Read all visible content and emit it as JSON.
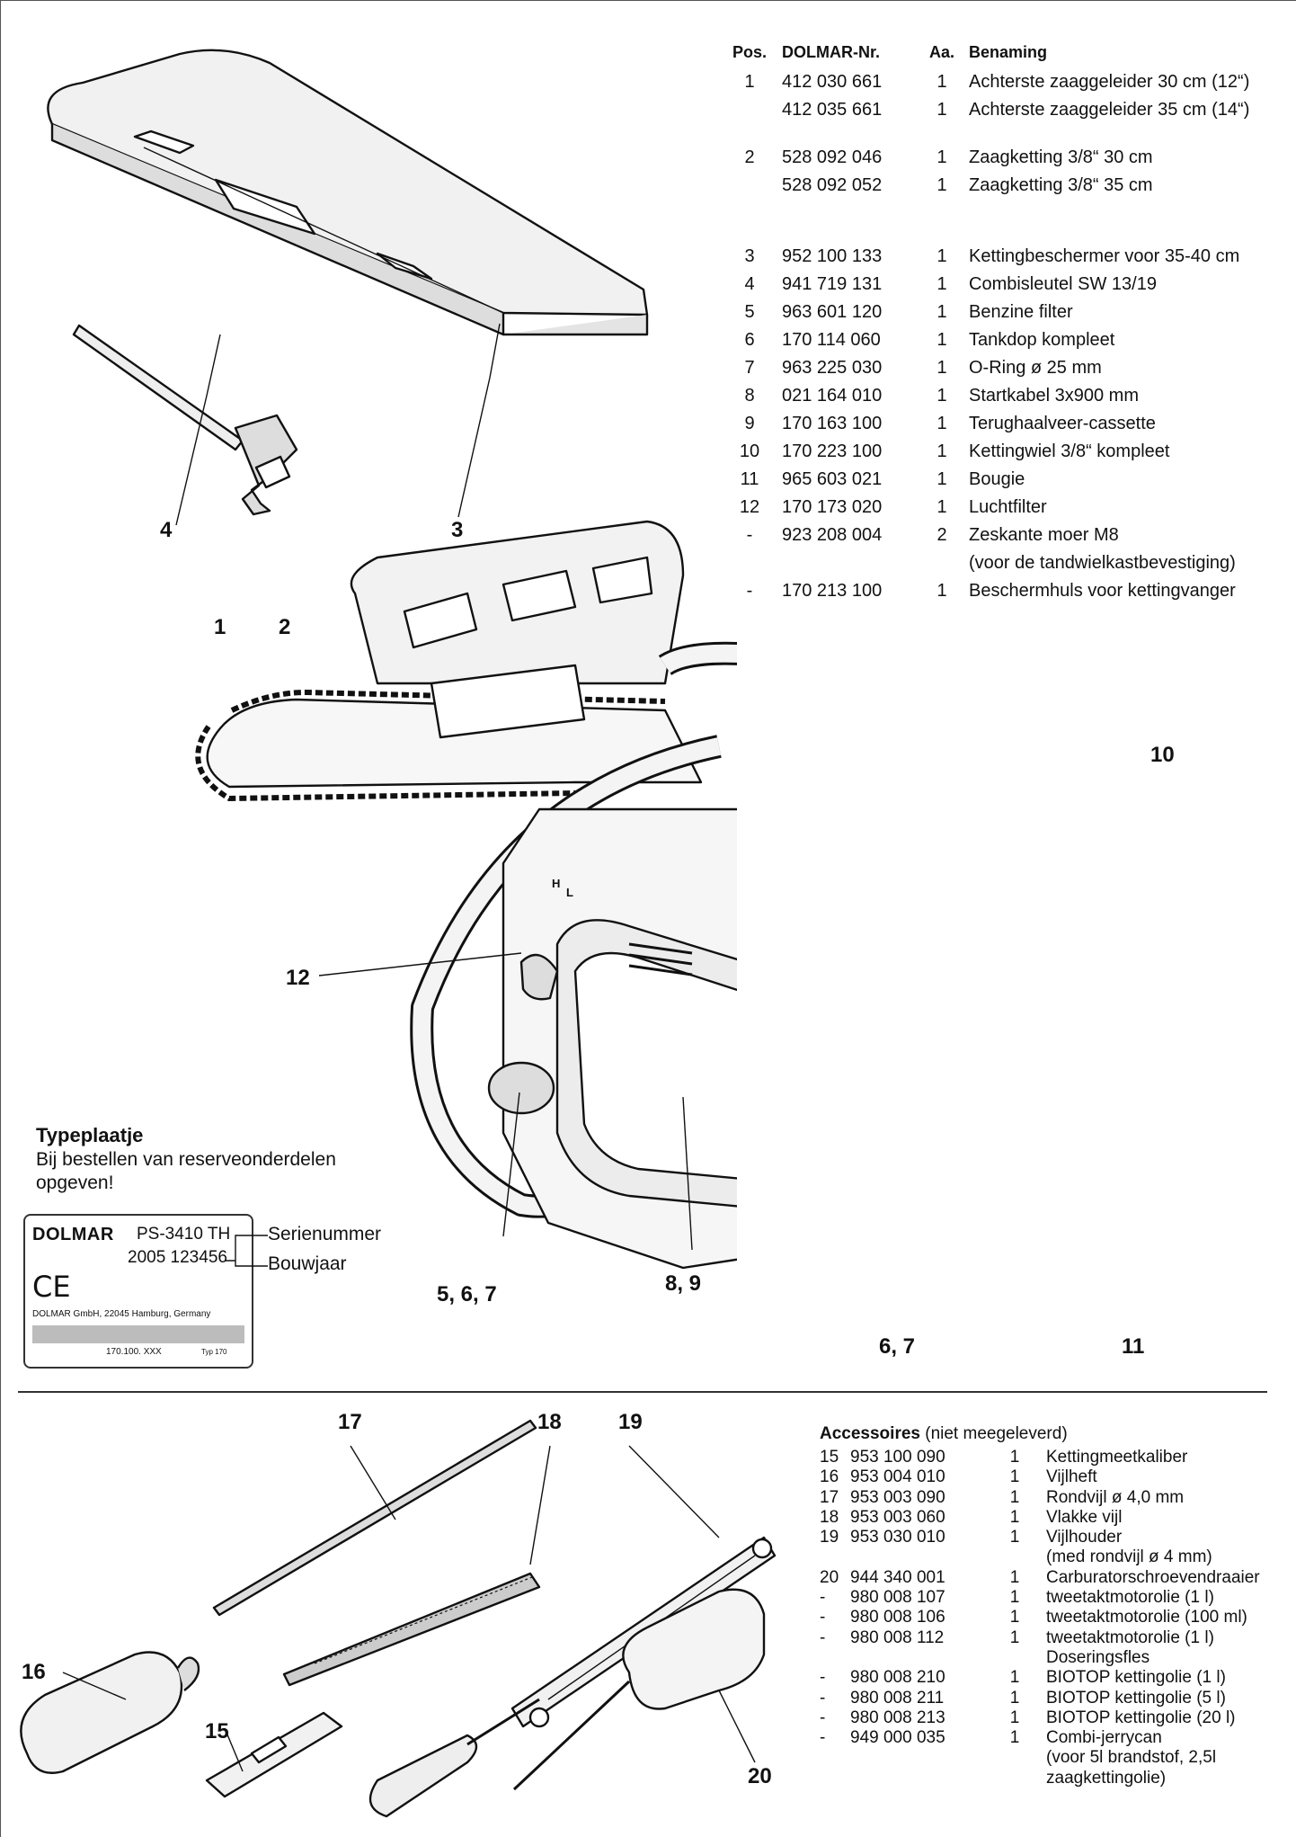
{
  "parts": {
    "headers": {
      "pos": "Pos.",
      "nr": "DOLMAR-Nr.",
      "aa": "Aa.",
      "name": "Benaming"
    },
    "rows": [
      {
        "pos": "1",
        "nr": "412 030 661",
        "aa": "1",
        "name": "Achterste zaaggeleider 30 cm (12“)"
      },
      {
        "pos": "",
        "nr": "412 035 661",
        "aa": "1",
        "name": "Achterste zaaggeleider 35 cm (14“)"
      },
      {
        "pos": "2",
        "nr": "528 092 046",
        "aa": "1",
        "name": "Zaagketting 3/8“ 30 cm"
      },
      {
        "pos": "",
        "nr": "528 092 052",
        "aa": "1",
        "name": "Zaagketting 3/8“ 35 cm"
      },
      {
        "pos": "3",
        "nr": "952 100 133",
        "aa": "1",
        "name": "Kettingbeschermer voor 35-40 cm"
      },
      {
        "pos": "4",
        "nr": "941 719 131",
        "aa": "1",
        "name": "Combisleutel SW 13/19"
      },
      {
        "pos": "5",
        "nr": "963 601 120",
        "aa": "1",
        "name": "Benzine filter"
      },
      {
        "pos": "6",
        "nr": "170 114 060",
        "aa": "1",
        "name": "Tankdop kompleet"
      },
      {
        "pos": "7",
        "nr": "963 225 030",
        "aa": "1",
        "name": "O-Ring ø 25 mm"
      },
      {
        "pos": "8",
        "nr": "021 164 010",
        "aa": "1",
        "name": "Startkabel 3x900 mm"
      },
      {
        "pos": "9",
        "nr": "170 163 100",
        "aa": "1",
        "name": "Terughaalveer-cassette"
      },
      {
        "pos": "10",
        "nr": "170 223 100",
        "aa": "1",
        "name": "Kettingwiel 3/8“ kompleet"
      },
      {
        "pos": "11",
        "nr": "965 603 021",
        "aa": "1",
        "name": "Bougie"
      },
      {
        "pos": "12",
        "nr": "170 173 020",
        "aa": "1",
        "name": "Luchtfilter"
      },
      {
        "pos": "-",
        "nr": "923 208 004",
        "aa": "2",
        "name": "Zeskante moer M8"
      },
      {
        "pos": "",
        "nr": "",
        "aa": "",
        "name": "(voor de tandwielkastbevestiging)"
      },
      {
        "pos": "-",
        "nr": "170 213 100",
        "aa": "1",
        "name": "Beschermhuls voor kettingvanger"
      }
    ]
  },
  "accessories": {
    "title_bold": "Accessoires",
    "title_rest": " (niet meegeleverd)",
    "rows": [
      {
        "pos": "15",
        "nr": "953 100 090",
        "aa": "1",
        "name": "Kettingmeetkaliber"
      },
      {
        "pos": "16",
        "nr": "953 004 010",
        "aa": "1",
        "name": "Vijlheft"
      },
      {
        "pos": "17",
        "nr": "953 003 090",
        "aa": "1",
        "name": "Rondvijl ø 4,0 mm"
      },
      {
        "pos": "18",
        "nr": "953 003 060",
        "aa": "1",
        "name": "Vlakke vijl"
      },
      {
        "pos": "19",
        "nr": "953 030 010",
        "aa": "1",
        "name": "Vijlhouder"
      },
      {
        "pos": "",
        "nr": "",
        "aa": "",
        "name": "(med rondvijl  ø 4 mm)"
      },
      {
        "pos": "20",
        "nr": "944 340 001",
        "aa": "1",
        "name": "Carburatorschroevendraaier"
      },
      {
        "pos": "-",
        "nr": "980 008 107",
        "aa": "1",
        "name": "tweetaktmotorolie (1 l)"
      },
      {
        "pos": "-",
        "nr": "980 008 106",
        "aa": "1",
        "name": "tweetaktmotorolie (100 ml)"
      },
      {
        "pos": "-",
        "nr": "980 008 112",
        "aa": "1",
        "name": "tweetaktmotorolie (1 l)"
      },
      {
        "pos": "",
        "nr": "",
        "aa": "",
        "name": "Doseringsfles"
      },
      {
        "pos": "-",
        "nr": "980 008 210",
        "aa": "1",
        "name": "BIOTOP kettingolie (1 l)"
      },
      {
        "pos": "-",
        "nr": "980 008 211",
        "aa": "1",
        "name": "BIOTOP kettingolie (5 l)"
      },
      {
        "pos": "-",
        "nr": "980 008 213",
        "aa": "1",
        "name": "BIOTOP kettingolie (20 l)"
      },
      {
        "pos": "-",
        "nr": "949 000 035",
        "aa": "1",
        "name": "Combi-jerrycan"
      },
      {
        "pos": "",
        "nr": "",
        "aa": "",
        "name": "(voor 5l brandstof, 2,5l"
      },
      {
        "pos": "",
        "nr": "",
        "aa": "",
        "name": "zaagkettingolie)"
      }
    ]
  },
  "labels": {
    "l1": "1",
    "l2": "2",
    "l3": "3",
    "l4": "4",
    "l10": "10",
    "l12": "12",
    "l567": "5, 6, 7",
    "l89": "8, 9",
    "l67": "6, 7",
    "l11": "11",
    "l15": "15",
    "l16": "16",
    "l17": "17",
    "l18": "18",
    "l19": "19",
    "l20": "20"
  },
  "typeplate": {
    "title": "Typeplaatje",
    "line1": "Bij bestellen van reserveonderdelen",
    "line2": "opgeven!",
    "brand": "DOLMAR",
    "model": "PS-3410 TH",
    "serial": "2005 123456",
    "ce": "CE",
    "address": "DOLMAR GmbH, 22045 Hamburg, Germany",
    "code": "170.100. XXX",
    "typ": "Typ 170",
    "serial_label": "Serienummer",
    "year_label": "Bouwjaar"
  },
  "machine_marks": {
    "h": "H",
    "l": "L"
  }
}
